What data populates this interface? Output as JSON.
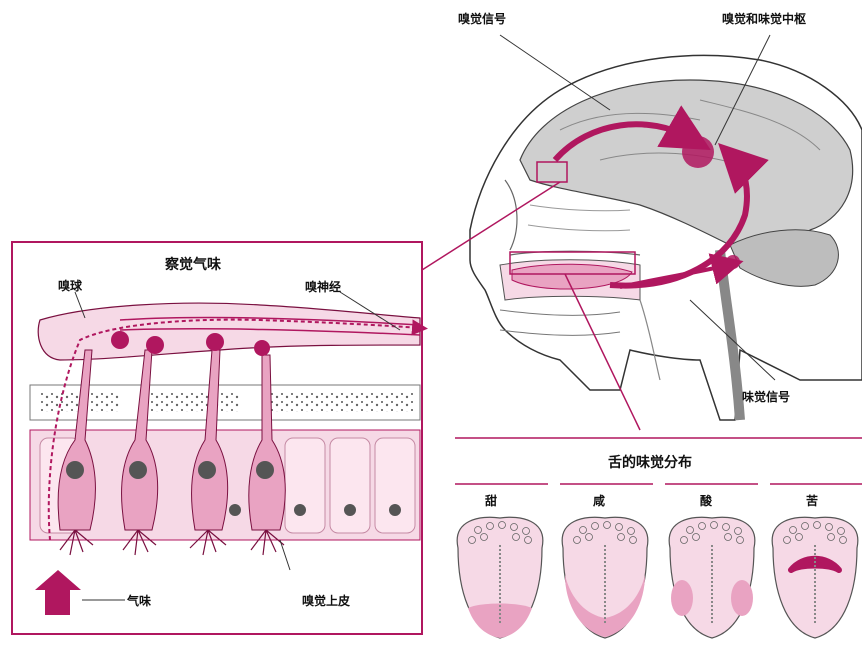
{
  "head_labels": {
    "olfactory_signal": "嗅觉信号",
    "center": "嗅觉和味觉中枢",
    "taste_signal": "味觉信号"
  },
  "inset": {
    "title": "察觉气味",
    "bulb": "嗅球",
    "nerve": "嗅神经",
    "odor": "气味",
    "epithelium": "嗅觉上皮"
  },
  "tongue_panel": {
    "title": "舌的味觉分布",
    "tastes": [
      "甜",
      "咸",
      "酸",
      "苦"
    ]
  },
  "colors": {
    "accent": "#b0175f",
    "pink": "#e9a3c2",
    "light_pink": "#f6d9e6",
    "gray": "#d2d2d2"
  }
}
